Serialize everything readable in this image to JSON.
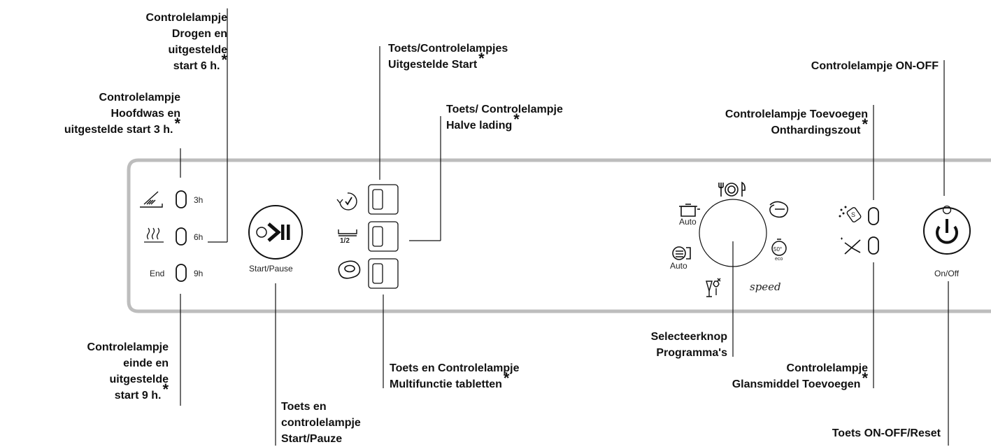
{
  "labels": {
    "drying_6h": "Controlelampje\nDrogen en\nuitgestelde\nstart 6 h.",
    "mainwash_3h": "Controlelampje\nHoofdwas en\nuitgestelde start 3 h.",
    "end_9h": "Controlelampje\neinde en\nuitgestelde\nstart 9 h.",
    "start_pause": "Toets en\ncontrolelampje\nStart/Pauze",
    "delayed_start": "Toets/Controlelampjes\nUitgestelde Start",
    "half_load": "Toets/ Controlelampje\nHalve lading",
    "multi_tabs": "Toets en Controlelampje\nMultifunctie tabletten",
    "program_knob": "Selecteerknop\nProgramma's",
    "on_off_lamp": "Controlelampje ON-OFF",
    "salt": "Controlelampje Toevoegen\nOnthardingszout",
    "rinse_aid": "Controlelampje\nGlansmiddel Toevoegen",
    "on_off_reset": "Toets ON-OFF/Reset",
    "asterisk": "*"
  },
  "panel": {
    "lamp_3h": "3h",
    "lamp_6h": "6h",
    "lamp_9h": "9h",
    "end_text": "End",
    "start_pause_caption": "Start/Pause",
    "auto_top": "Auto",
    "auto_bottom": "Auto",
    "speed": "speed",
    "eco_label": "eco",
    "eco_value": "50°",
    "half_text": "1/2",
    "on_off_caption": "On/Off",
    "salt_letter": "S"
  },
  "icons": [
    "brush-icon",
    "steam-icon",
    "delay-clock-icon",
    "half-load-icon",
    "tablet-icon",
    "play-pause-icon",
    "power-icon",
    "plate-cutlery-icon",
    "pot-icon",
    "auto-pot-icon",
    "rinse-icon",
    "eco-icon",
    "glasses-icon",
    "speed-icon",
    "salt-icon",
    "rinse-aid-icon"
  ],
  "colors": {
    "panel_border": "#bdbdbd",
    "line": "#111111",
    "text": "#111111"
  }
}
